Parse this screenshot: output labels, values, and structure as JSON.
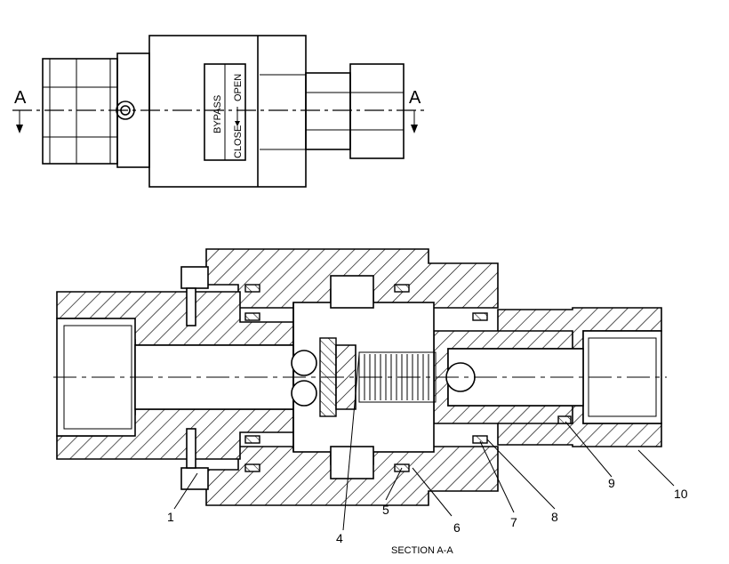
{
  "top_view": {
    "section_marker_left": "A",
    "section_marker_right": "A",
    "label_plate": {
      "line1": "BYPASS",
      "line2_left": "CLOSE",
      "line2_right": "OPEN"
    }
  },
  "section_view": {
    "caption": "SECTION A-A",
    "callouts": [
      "1",
      "4",
      "5",
      "6",
      "7",
      "8",
      "9",
      "10"
    ]
  }
}
